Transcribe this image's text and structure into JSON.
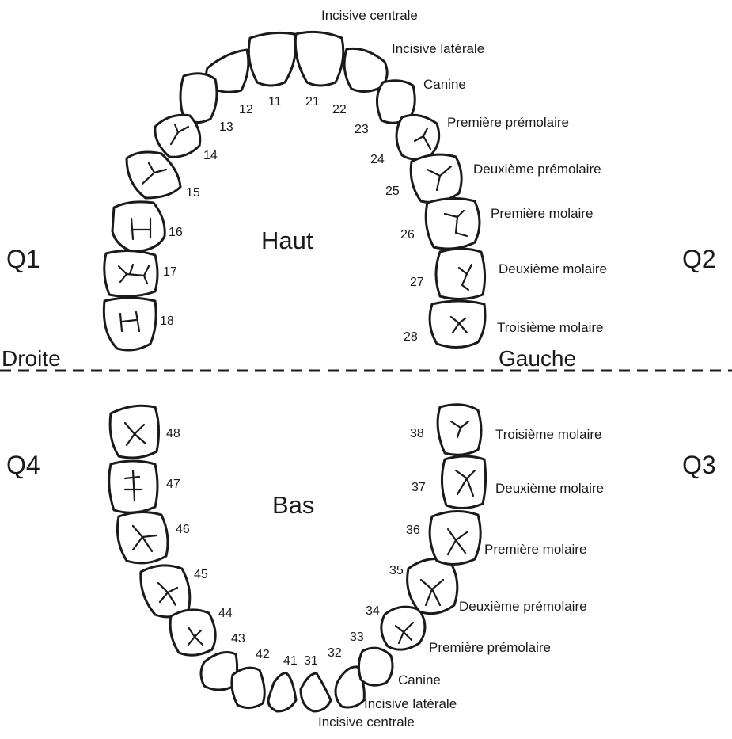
{
  "quadrants": {
    "upper_right": "Q1",
    "upper_left": "Q2",
    "lower_left": "Q3",
    "lower_right": "Q4"
  },
  "jaws": {
    "upper": "Haut",
    "lower": "Bas"
  },
  "sides": {
    "right": "Droite",
    "left": "Gauche"
  },
  "upper_right_numbers": [
    "11",
    "12",
    "13",
    "14",
    "15",
    "16",
    "17",
    "18"
  ],
  "upper_left_numbers": [
    "21",
    "22",
    "23",
    "24",
    "25",
    "26",
    "27",
    "28"
  ],
  "lower_left_numbers": [
    "31",
    "32",
    "33",
    "34",
    "35",
    "36",
    "37",
    "38"
  ],
  "lower_right_numbers": [
    "41",
    "42",
    "43",
    "44",
    "45",
    "46",
    "47",
    "48"
  ],
  "upper_names": [
    "Incisive centrale",
    "Incisive latérale",
    "Canine",
    "Première prémolaire",
    "Deuxième prémolaire",
    "Première molaire",
    "Deuxième molaire",
    "Troisième molaire"
  ],
  "lower_names": [
    "Incisive centrale",
    "Incisive latérale",
    "Canine",
    "Première prémolaire",
    "Deuxième prémolaire",
    "Première molaire",
    "Deuxième molaire",
    "Troisième molaire"
  ]
}
